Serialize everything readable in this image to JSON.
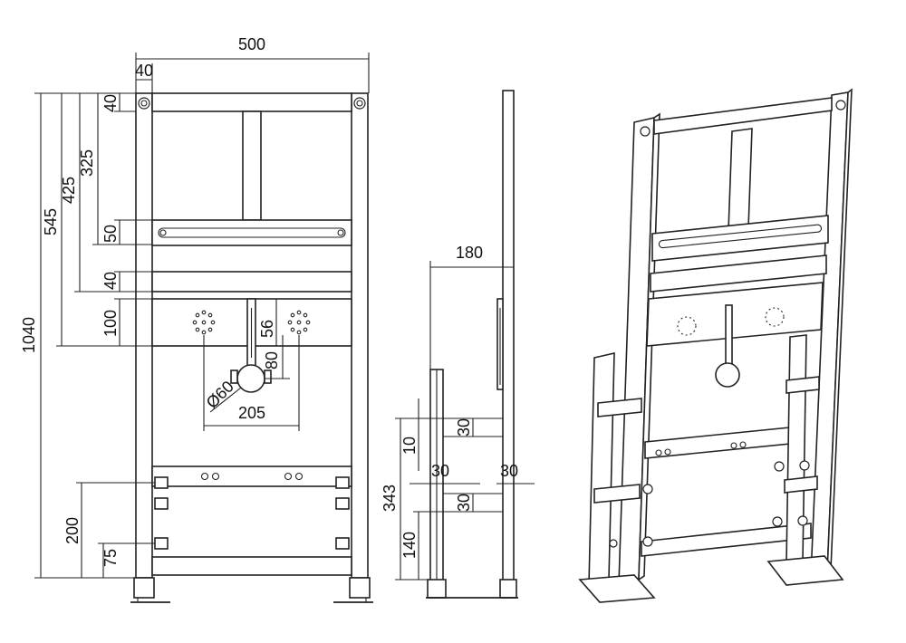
{
  "front_view": {
    "overall_width": "500",
    "post_width": "40",
    "top_rail": "40",
    "upper_to_crossbar": "325",
    "upper_to_bar2": "425",
    "upper_to_panel": "545",
    "overall_height": "1040",
    "crossbar_offset": "50",
    "rail_gap": "40",
    "panel_height": "100",
    "pipe_clamp_drop": "56",
    "clamp_to_center": "80",
    "pipe_diameter": "Ø60",
    "hole_spacing": "205",
    "lower_bolts_height": "200",
    "lowest_bolts": "75"
  },
  "side_view": {
    "depth": "180",
    "gap_30_a": "30",
    "gap_10": "10",
    "left_30": "30",
    "right_30": "30",
    "mid_30": "30",
    "height_343": "343",
    "height_140": "140"
  }
}
